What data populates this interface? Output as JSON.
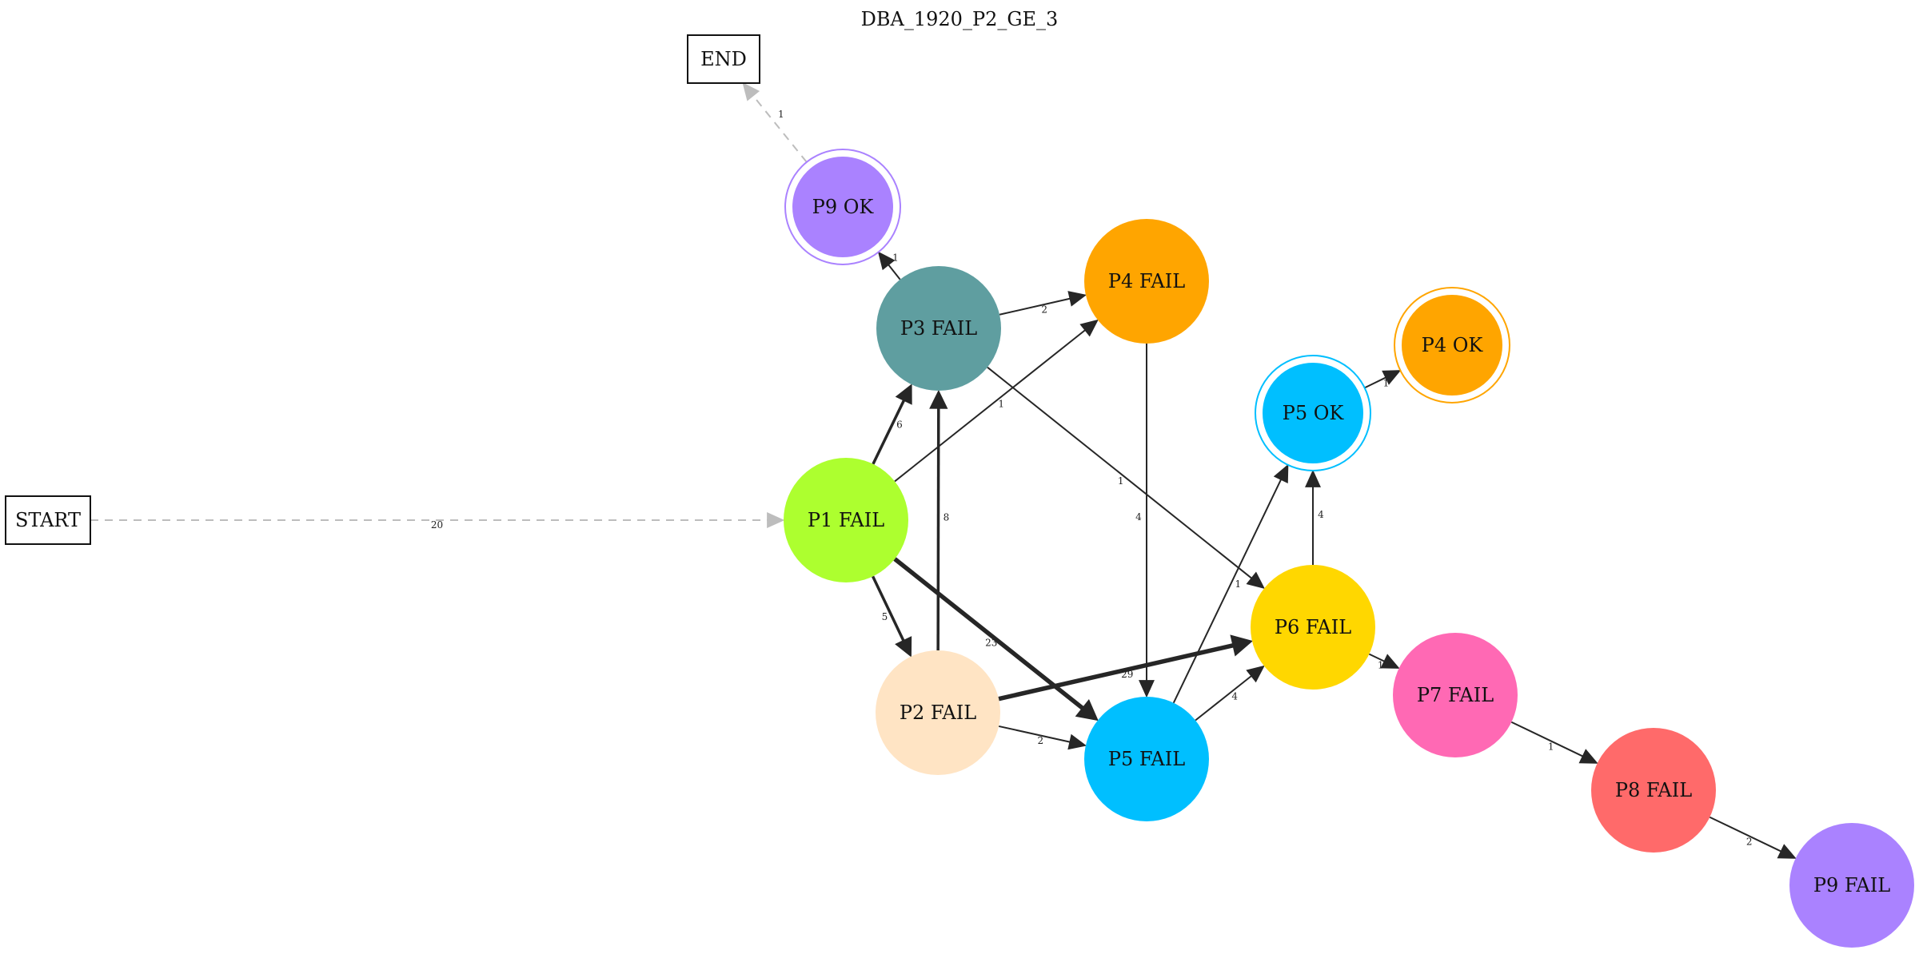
{
  "title": "DBA_1920_P2_GE_3",
  "colors": {
    "edge": "#262626",
    "start_edge": "#bdbdbd",
    "P1 FAIL": "#adff2f",
    "P2 FAIL": "#ffe4c4",
    "P3 FAIL": "#5f9ea0",
    "P4 FAIL": "#ffa500",
    "P5 FAIL": "#00bfff",
    "P6 FAIL": "#ffd700",
    "P7 FAIL": "#ff69b4",
    "P8 FAIL": "#ff6a6a",
    "P9 FAIL": "#aa82ff",
    "P4 OK": "#ffa500",
    "P5 OK": "#00bfff",
    "P9 OK": "#aa82ff"
  },
  "nodes": [
    {
      "id": "START",
      "label": "START",
      "shape": "box"
    },
    {
      "id": "END",
      "label": "END",
      "shape": "box"
    },
    {
      "id": "P1 FAIL",
      "label": "P1 FAIL",
      "shape": "circle"
    },
    {
      "id": "P2 FAIL",
      "label": "P2 FAIL",
      "shape": "circle"
    },
    {
      "id": "P3 FAIL",
      "label": "P3 FAIL",
      "shape": "circle"
    },
    {
      "id": "P4 FAIL",
      "label": "P4 FAIL",
      "shape": "circle"
    },
    {
      "id": "P5 FAIL",
      "label": "P5 FAIL",
      "shape": "circle"
    },
    {
      "id": "P6 FAIL",
      "label": "P6 FAIL",
      "shape": "circle"
    },
    {
      "id": "P7 FAIL",
      "label": "P7 FAIL",
      "shape": "circle"
    },
    {
      "id": "P8 FAIL",
      "label": "P8 FAIL",
      "shape": "circle"
    },
    {
      "id": "P9 FAIL",
      "label": "P9 FAIL",
      "shape": "circle"
    },
    {
      "id": "P4 OK",
      "label": "P4 OK",
      "shape": "doublecircle"
    },
    {
      "id": "P5 OK",
      "label": "P5 OK",
      "shape": "doublecircle"
    },
    {
      "id": "P9 OK",
      "label": "P9 OK",
      "shape": "doublecircle"
    }
  ],
  "edges": [
    {
      "from": "START",
      "to": "P1 FAIL",
      "label": "20",
      "style": "dashed"
    },
    {
      "from": "P9 OK",
      "to": "END",
      "label": "1",
      "style": "dashed"
    },
    {
      "from": "P1 FAIL",
      "to": "P3 FAIL",
      "label": "6",
      "style": "solid"
    },
    {
      "from": "P1 FAIL",
      "to": "P4 FAIL",
      "label": "1",
      "style": "solid"
    },
    {
      "from": "P1 FAIL",
      "to": "P2 FAIL",
      "label": "5",
      "style": "solid"
    },
    {
      "from": "P1 FAIL",
      "to": "P5 FAIL",
      "label": "23",
      "style": "solid"
    },
    {
      "from": "P2 FAIL",
      "to": "P3 FAIL",
      "label": "8",
      "style": "solid"
    },
    {
      "from": "P2 FAIL",
      "to": "P6 FAIL",
      "label": "29",
      "style": "solid"
    },
    {
      "from": "P2 FAIL",
      "to": "P5 FAIL",
      "label": "2",
      "style": "solid"
    },
    {
      "from": "P3 FAIL",
      "to": "P9 OK",
      "label": "1",
      "style": "solid"
    },
    {
      "from": "P3 FAIL",
      "to": "P4 FAIL",
      "label": "2",
      "style": "solid"
    },
    {
      "from": "P3 FAIL",
      "to": "P6 FAIL",
      "label": "1",
      "style": "solid"
    },
    {
      "from": "P4 FAIL",
      "to": "P5 FAIL",
      "label": "4",
      "style": "solid"
    },
    {
      "from": "P5 FAIL",
      "to": "P5 OK",
      "label": "1",
      "style": "solid"
    },
    {
      "from": "P5 FAIL",
      "to": "P6 FAIL",
      "label": "4",
      "style": "solid"
    },
    {
      "from": "P6 FAIL",
      "to": "P5 OK",
      "label": "4",
      "style": "solid"
    },
    {
      "from": "P6 FAIL",
      "to": "P7 FAIL",
      "label": "1",
      "style": "solid"
    },
    {
      "from": "P5 OK",
      "to": "P4 OK",
      "label": "1",
      "style": "solid"
    },
    {
      "from": "P7 FAIL",
      "to": "P8 FAIL",
      "label": "1",
      "style": "solid"
    },
    {
      "from": "P8 FAIL",
      "to": "P9 FAIL",
      "label": "2",
      "style": "solid"
    }
  ]
}
